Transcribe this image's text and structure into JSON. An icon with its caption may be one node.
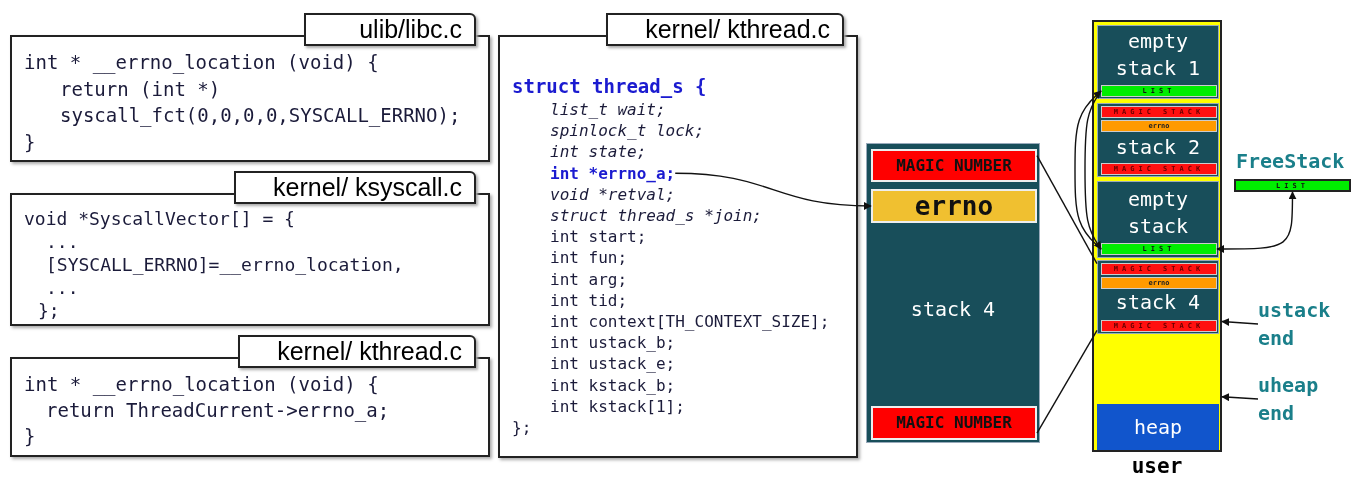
{
  "diagram": {
    "nodes": [
      {
        "text": [
          "ulib/libc.c",
          "int * __errno_location (void) {",
          "return (int *)",
          "syscall_fct(0,0,0,0,SYSCALL_ERRNO);",
          "}"
        ]
      },
      {
        "text": [
          "kernel/ ksyscall.c",
          "void *SyscallVector[] = {",
          "...",
          "[SYSCALL_ERRNO]=__errno_location,",
          "...",
          "};"
        ]
      },
      {
        "text": [
          "kernel/ kthread.c",
          "int * __errno_location (void) {",
          "return ThreadCurrent->errno_a;",
          "}"
        ]
      },
      {
        "text": [
          "kernel/ kthread.c",
          "struct thread_s {",
          "list_t wait;",
          "spinlock_t lock;",
          "int state;",
          "void *retval;",
          "struct thread_s *join;",
          "int start;",
          "int fun;",
          "int arg;",
          "int tid;",
          "int context[TH_CONTEXT_SIZE];",
          "int ustack_b;",
          "int ustack_e;",
          "int kstack_b;",
          "int kstack[1];",
          "};"
        ]
      },
      {
        "text": [
          "int *errno_a;"
        ],
        "in": 3
      },
      {
        "text": [
          "stack 4"
        ]
      },
      {
        "text": [
          "MAGIC NUMBER"
        ],
        "in": 5
      },
      {
        "text": [
          "errno"
        ],
        "in": 5
      },
      {
        "text": [
          "MAGIC NUMBER"
        ],
        "in": 5
      },
      {
        "text": [
          "user"
        ]
      },
      {
        "text": [
          "empty stack 1"
        ],
        "in": 9
      },
      {
        "text": [
          "LIST"
        ],
        "in": 10
      },
      {
        "text": [
          "stack 2"
        ],
        "in": 9
      },
      {
        "text": [
          "MAGIC STACK"
        ],
        "in": 12
      },
      {
        "text": [
          "errno"
        ],
        "in": 12
      },
      {
        "text": [
          "MAGIC STACK"
        ],
        "in": 12
      },
      {
        "text": [
          "empty stack"
        ],
        "in": 9
      },
      {
        "text": [
          "LIST"
        ],
        "in": 16
      },
      {
        "text": [
          "stack 4"
        ],
        "in": 9
      },
      {
        "text": [
          "MAGIC STACK"
        ],
        "in": 18
      },
      {
        "text": [
          "errno"
        ],
        "in": 18
      },
      {
        "text": [
          "MAGIC STACK"
        ],
        "in": 18
      },
      {
        "text": [
          "heap"
        ],
        "in": 9
      },
      {
        "text": [
          "LIST"
        ],
        "beside": [
          "FreeStack"
        ]
      },
      {
        "text": [
          "ustack end"
        ]
      },
      {
        "text": [
          "uheap end"
        ]
      }
    ],
    "edges": [
      {
        "from": 4,
        "to": 7,
        "arrow": "to"
      },
      {
        "from": 6,
        "to": 18,
        "arrow": "none"
      },
      {
        "from": 8,
        "to": 18,
        "arrow": "none"
      },
      {
        "from": 17,
        "to": 11,
        "arrow": "to"
      },
      {
        "from": 11,
        "to": 17,
        "arrow": "to"
      },
      {
        "from": 23,
        "to": 17,
        "arrow": "both"
      },
      {
        "from": 24,
        "to": 9,
        "arrow": "to"
      },
      {
        "from": 25,
        "to": 9,
        "arrow": "to"
      }
    ]
  }
}
